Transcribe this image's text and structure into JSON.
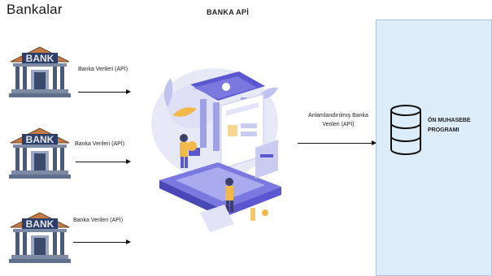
{
  "header": {
    "banks_title": "Bankalar",
    "api_title": "BANKA APİ"
  },
  "banks": [
    {
      "sign": "BANK",
      "link_label": "Banka Verileri (APİ)"
    },
    {
      "sign": "BANK",
      "link_label": "Banka Verileri (APİ)"
    },
    {
      "sign": "BANK",
      "link_label": "Banka Verileri (APİ)"
    }
  ],
  "middle_link": {
    "line1": "Anlamlandırılmış Banka",
    "line2": "Verileri (APİ)"
  },
  "target": {
    "line1": "ÖN MUHASEBE",
    "line2": "PROGRAMI"
  },
  "colors": {
    "bank_roof": "#c77a45",
    "bank_sign": "#2c3e6a",
    "bank_body": "#5f6f8c",
    "panel_fill": "#dcecf8",
    "illustration_accent": "#5b57d1"
  },
  "icons": {
    "bank": "bank-building-icon",
    "database": "database-icon",
    "illustration": "bank-api-isometric-illustration"
  }
}
